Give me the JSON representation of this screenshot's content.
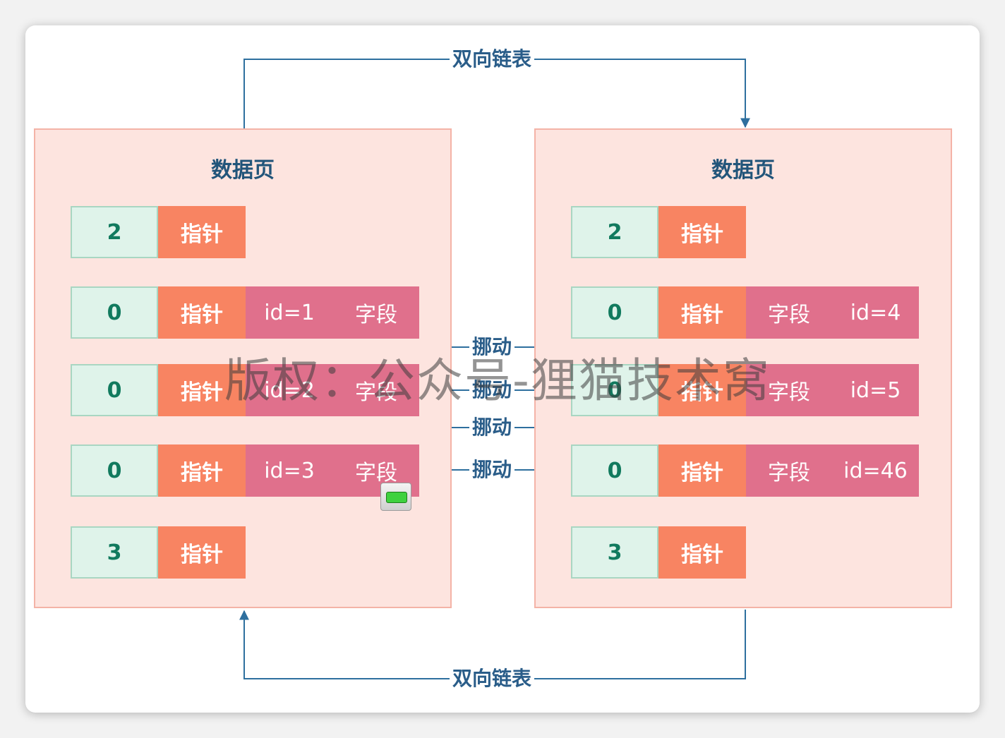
{
  "link_label_top": "双向链表",
  "link_label_bottom": "双向链表",
  "left_page": {
    "title": "数据页",
    "rows": [
      {
        "num": "2",
        "ptr": "指针"
      },
      {
        "num": "0",
        "ptr": "指针",
        "a": "id=1",
        "b": "字段"
      },
      {
        "num": "0",
        "ptr": "指针",
        "a": "id=2",
        "b": "字段"
      },
      {
        "num": "0",
        "ptr": "指针",
        "a": "id=3",
        "b": "字段"
      },
      {
        "num": "3",
        "ptr": "指针"
      }
    ]
  },
  "right_page": {
    "title": "数据页",
    "rows": [
      {
        "num": "2",
        "ptr": "指针"
      },
      {
        "num": "0",
        "ptr": "指针",
        "a": "字段",
        "b": "id=4"
      },
      {
        "num": "0",
        "ptr": "指针",
        "a": "字段",
        "b": "id=5"
      },
      {
        "num": "0",
        "ptr": "指针",
        "a": "字段",
        "b": "id=46"
      },
      {
        "num": "3",
        "ptr": "指针"
      }
    ]
  },
  "move_labels": [
    "挪动",
    "挪动",
    "挪动",
    "挪动"
  ],
  "watermark": "版权：公众号-狸猫技术窝",
  "colors": {
    "line": "#2e6f9e",
    "num_bg": "#dff3ea",
    "pointer_bg": "#f88462",
    "field_bg": "#e0708c",
    "page_bg": "#fde4df"
  }
}
